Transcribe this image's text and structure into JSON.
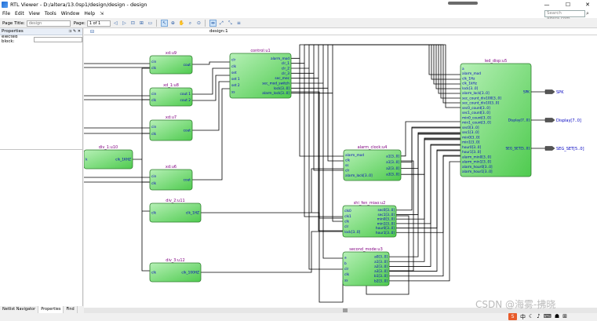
{
  "window": {
    "title": "RTL Viewer - D:/altera/13.0sp1/design/design - design",
    "minimize": "—",
    "maximize": "☐",
    "close": "✕"
  },
  "menu": [
    "File",
    "Edit",
    "View",
    "Tools",
    "Window",
    "Help"
  ],
  "search": {
    "placeholder": "Search altera.com"
  },
  "toolbar": {
    "page_title_label": "Page Title:",
    "page_title_value": "design",
    "page_label": "Page:",
    "page_value": "1 of 1"
  },
  "left_pane": {
    "title": "Properties",
    "selected_label": "elected block:",
    "bottom_tabs": [
      "Netlist Navigator",
      "Properties",
      "Find"
    ]
  },
  "canvas_tab": "design:1",
  "blocks": {
    "xd_u9": {
      "title": "xd:u9",
      "ins": [
        "cin",
        "clk"
      ],
      "outs": [
        "cout"
      ]
    },
    "xd1_u8": {
      "title": "xd_1:u8",
      "ins": [
        "cin",
        "clk"
      ],
      "outs": [
        "cout 1",
        "cout 2"
      ]
    },
    "xd_u7": {
      "title": "xd:u7",
      "ins": [
        "cin",
        "clk"
      ],
      "outs": [
        "cout"
      ]
    },
    "xd_u6": {
      "title": "xd:u6",
      "ins": [
        "cin",
        "clk"
      ],
      "outs": [
        "cout"
      ]
    },
    "div1": {
      "title": "div_1:u10",
      "ins": [
        "k"
      ],
      "outs": [
        "clk_1KHZ"
      ]
    },
    "div2": {
      "title": "div_2:u11",
      "ins": [
        "clk"
      ],
      "outs": [
        "clk_1HZ"
      ]
    },
    "div3": {
      "title": "div_3:u12",
      "ins": [
        "clk"
      ],
      "outs": [
        "clk_100HZ"
      ]
    },
    "control": {
      "title": "control:u1",
      "ins": [
        "clr",
        "clk",
        "set",
        "set 1",
        "set 2",
        "ss"
      ],
      "outs": [
        "alarm_mod",
        "clr_1",
        "clr_2",
        "clr_3",
        "sec_mec",
        "sec_mod_switch",
        "lock[3..0]",
        "alarm_lock[3..0]"
      ]
    },
    "alarm": {
      "title": "alarm_clock:u4",
      "ins": [
        "alarm_mod",
        "clk",
        "ss",
        "clr",
        "alarm_lock[3..0]"
      ],
      "outs": [
        "a1[3..0]",
        "a1[3..0]",
        "a2[3..0]",
        "a3[3..0]"
      ]
    },
    "shifen": {
      "title": "shi_fen_miao:u2",
      "ins": [
        "clk0",
        "clk1",
        "clk",
        "clr",
        "lock[3..0]"
      ],
      "outs": [
        "sec0[3..0]",
        "sec1[3..0]",
        "min0[3..0]",
        "min1[3..0]",
        "hour0[3..0]",
        "hour1[3..0]"
      ]
    },
    "second": {
      "title": "second_mode:u3",
      "ins": [
        "a",
        "b",
        "clr",
        "clk",
        "ss"
      ],
      "outs": [
        "a0[3..0]",
        "a1[3..0]",
        "a2[3..0]",
        "a3[3..0]",
        "b1[3..0]",
        "b2[3..0]"
      ]
    },
    "led": {
      "title": "led_disp:u5",
      "ins": [
        "a",
        "alarm_mod",
        "clk_1Hz",
        "clk_1kHz",
        "lock[3..0]",
        "alarm_lock[3..0]",
        "sec_count_div100[3..0]",
        "sec_count_div10[3..0]",
        "sec0_count[3..0]",
        "sec1_count[3..0]",
        "min0_count[3..0]",
        "min1_count[3..0]",
        "sec0[3..0]",
        "sec1[3..0]",
        "min0[3..0]",
        "min1[3..0]",
        "hour0[3..0]",
        "hour1[3..0]",
        "alarm_min0[3..0]",
        "alarm_min1[3..0]",
        "alarm_hour0[3..0]",
        "alarm_hour1[3..0]"
      ],
      "outs": [
        "SPK",
        "Display[7..0]",
        "SEG_SET[5..0]"
      ]
    }
  },
  "outputs": [
    "SPK",
    "Display[7..0]",
    "SEG_SET[5..0]"
  ],
  "watermark": "CSDN @海雾-拂晓",
  "colors": {
    "block_fill": "#8fe08f",
    "block_stroke": "#2f7d2f",
    "title_color": "#800080",
    "port_color": "#0000c0",
    "wire": "#000000"
  }
}
